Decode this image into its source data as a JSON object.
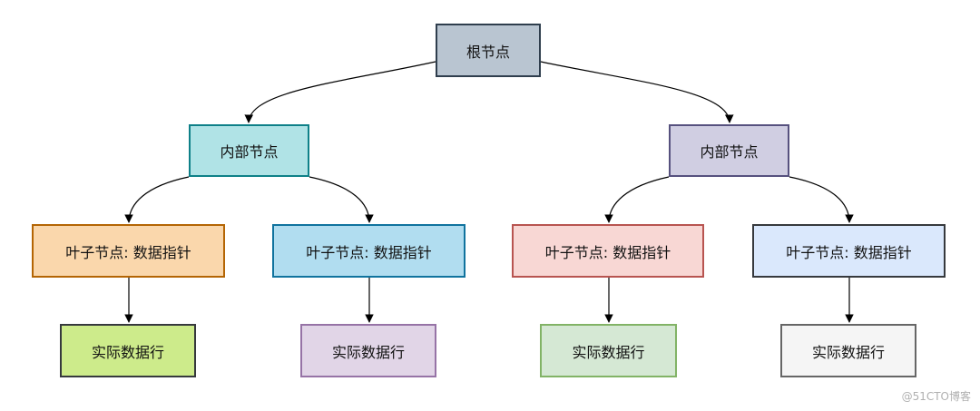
{
  "nodes": {
    "root": {
      "label": "根节点",
      "fill": "#b9c5d1",
      "stroke": "#2f3e4d"
    },
    "inL": {
      "label": "内部节点",
      "fill": "#b0e3e6",
      "stroke": "#0e8088"
    },
    "inR": {
      "label": "内部节点",
      "fill": "#d0cee2",
      "stroke": "#56517e"
    },
    "leaf1": {
      "label": "叶子节点: 数据指针",
      "fill": "#fad7ac",
      "stroke": "#b46504"
    },
    "leaf2": {
      "label": "叶子节点: 数据指针",
      "fill": "#b1ddf0",
      "stroke": "#10739e"
    },
    "leaf3": {
      "label": "叶子节点: 数据指针",
      "fill": "#f8d7d4",
      "stroke": "#b85450"
    },
    "leaf4": {
      "label": "叶子节点: 数据指针",
      "fill": "#dae8fc",
      "stroke": "#36393d"
    },
    "row1": {
      "label": "实际数据行",
      "fill": "#cdeb8b",
      "stroke": "#36393d"
    },
    "row2": {
      "label": "实际数据行",
      "fill": "#e1d5e7",
      "stroke": "#9673a6"
    },
    "row3": {
      "label": "实际数据行",
      "fill": "#d5e8d4",
      "stroke": "#82b366"
    },
    "row4": {
      "label": "实际数据行",
      "fill": "#f5f5f5",
      "stroke": "#666666"
    }
  },
  "edges": [
    {
      "from": "root",
      "to": "inL"
    },
    {
      "from": "root",
      "to": "inR"
    },
    {
      "from": "inL",
      "to": "leaf1"
    },
    {
      "from": "inL",
      "to": "leaf2"
    },
    {
      "from": "inR",
      "to": "leaf3"
    },
    {
      "from": "inR",
      "to": "leaf4"
    },
    {
      "from": "leaf1",
      "to": "row1"
    },
    {
      "from": "leaf2",
      "to": "row2"
    },
    {
      "from": "leaf3",
      "to": "row3"
    },
    {
      "from": "leaf4",
      "to": "row4"
    }
  ],
  "watermark": "@51CTO博客"
}
